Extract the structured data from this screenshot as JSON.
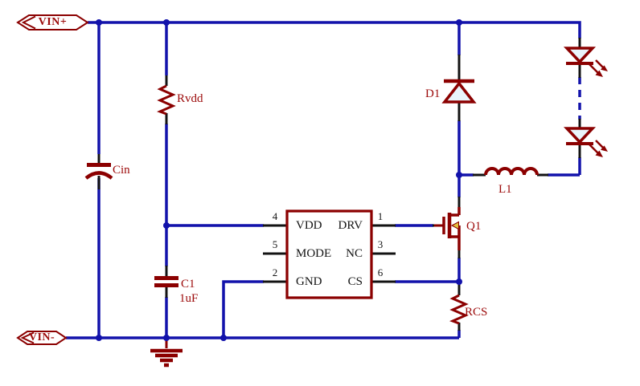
{
  "ports": {
    "vin_plus": {
      "label": "VIN+"
    },
    "vin_minus": {
      "label": "VIN-"
    }
  },
  "components": {
    "cin": {
      "designator": "Cin"
    },
    "rvdd": {
      "designator": "Rvdd"
    },
    "c1": {
      "designator": "C1",
      "value": "1uF"
    },
    "d1": {
      "designator": "D1"
    },
    "q1": {
      "designator": "Q1"
    },
    "l1": {
      "designator": "L1"
    },
    "rcs": {
      "designator": "RCS"
    }
  },
  "ic": {
    "pins": {
      "left": [
        {
          "number": "4",
          "name": "VDD"
        },
        {
          "number": "5",
          "name": "MODE"
        },
        {
          "number": "2",
          "name": "GND"
        }
      ],
      "right": [
        {
          "number": "1",
          "name": "DRV"
        },
        {
          "number": "3",
          "name": "NC"
        },
        {
          "number": "6",
          "name": "CS"
        }
      ]
    }
  },
  "colors": {
    "wire": "#1212ab",
    "component": "#8B0000",
    "label": "#9c0a0a",
    "lead": "#131313",
    "diode_fill": "#e9f4fb",
    "mosfet_arrow": "#e2bf3e",
    "background": "#ffffff"
  }
}
